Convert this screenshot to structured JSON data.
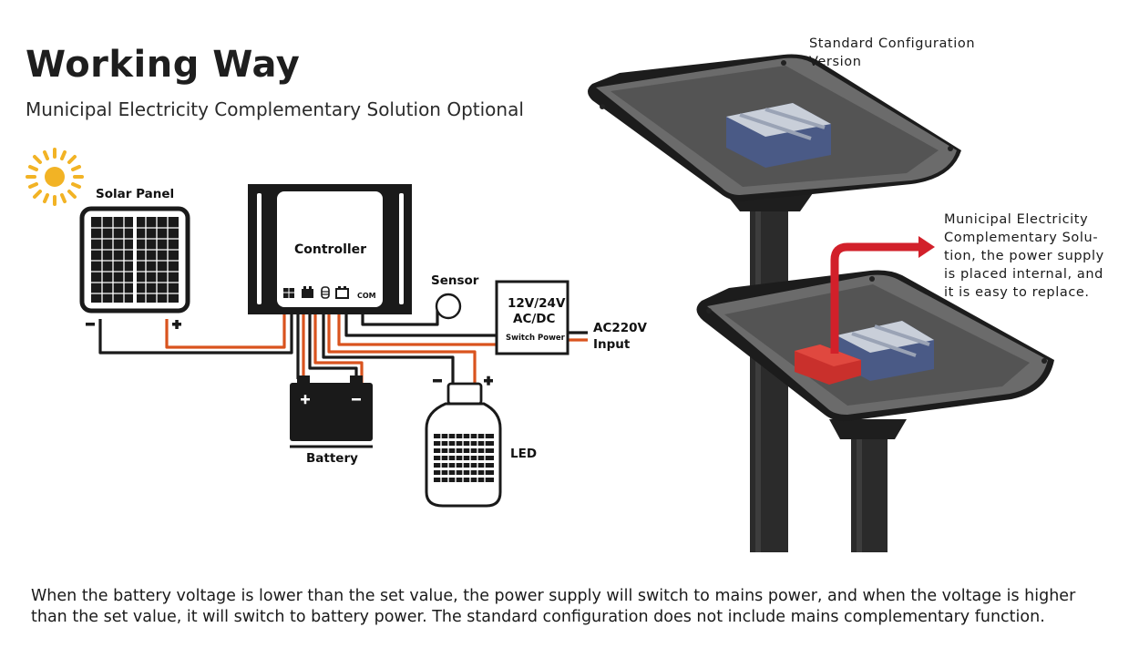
{
  "header": {
    "title": "Working Way",
    "subtitle": "Municipal Electricity Complementary Solution Optional"
  },
  "diagram": {
    "solar_panel_label": "Solar Panel",
    "controller_label": "Controller",
    "controller_port_com": "COM",
    "sensor_label": "Sensor",
    "switch_power": {
      "line1": "12V/24V",
      "line2": "AC/DC",
      "line3": "Switch Power"
    },
    "ac_input": {
      "line1": "AC220V",
      "line2": "Input"
    },
    "battery_label": "Battery",
    "led_label": "LED",
    "minus_sign": "-",
    "plus_sign": "+"
  },
  "product": {
    "standard_label_line1": "Standard Configuration",
    "standard_label_line2": "Version",
    "municipal_annotation": [
      "Municipal Electricity",
      "Complementary Solu-",
      "tion, the power supply",
      "is placed internal, and",
      "it is easy to replace."
    ]
  },
  "footer": {
    "text": "When the battery voltage is lower than the set value, the power supply will switch to mains power, and when the voltage is higher than the set value, it will switch to battery power. The standard configuration does not include mains complementary function."
  },
  "colors": {
    "wire_orange": "#d9531e",
    "wire_black": "#1a1a1a",
    "sun": "#f2b325",
    "arrow_red": "#d2202a",
    "lamp_dark": "#2b2b2b",
    "battery_blue": "#4a5a86",
    "psu_red": "#c9302c"
  }
}
